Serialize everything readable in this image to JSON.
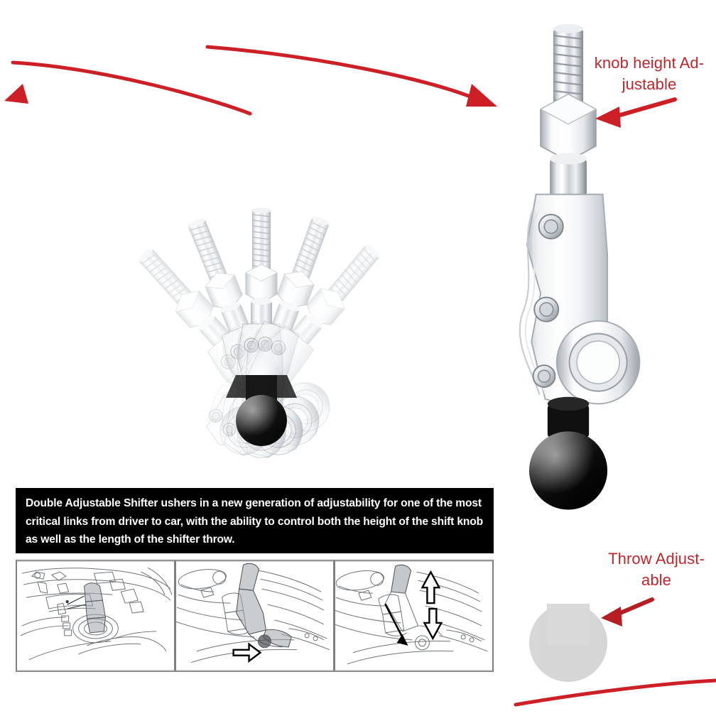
{
  "annotations": {
    "knob_height": "knob height Ad-\njustable",
    "throw": "Throw Adjust-\nable"
  },
  "description": {
    "text": "Double Adjustable Shifter ushers in a new generation of adjustability for one of the most critical links from driver to car, with the ability to control both the height of the shift knob as well as the length of the shifter throw."
  },
  "thumbnails": [
    {
      "name": "console-shifter-install-diagram",
      "caption": ""
    },
    {
      "name": "shifter-pivot-arrow-diagram",
      "caption": ""
    },
    {
      "name": "shifter-height-arrows-diagram",
      "caption": ""
    }
  ],
  "product": {
    "name": "double-adjustable-shifter",
    "fan_positions": 5,
    "colors": {
      "accent_red": "#c0272d",
      "metal_light": "#f4f5f7",
      "metal_mid": "#d2d6da",
      "metal_dark": "#9aa1a8",
      "knob_black": "#0d0d0d",
      "band_black": "#000000",
      "band_text": "#ffffff"
    }
  }
}
